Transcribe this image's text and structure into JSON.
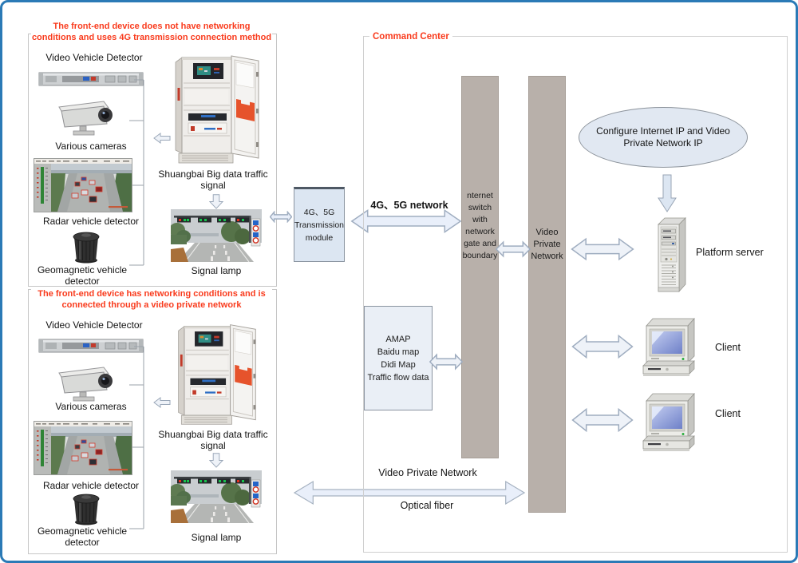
{
  "colors": {
    "frame_blue": "#2b7ab6",
    "accent_red": "#f93b1d",
    "bar_fill": "#b8b0aa",
    "panel_blue": "#dce6f2"
  },
  "group1": {
    "title": "The front-end device does not have networking conditions and uses 4G transmission connection method",
    "video_vehicle_detector": "Video Vehicle Detector",
    "various_cameras": "Various cameras",
    "radar_vehicle_detector": "Radar vehicle detector",
    "geomagnetic_vehicle_detector": "Geomagnetic vehicle detector",
    "cabinet_label": "Shuangbai Big data traffic signal",
    "signal_lamp": "Signal lamp"
  },
  "group2": {
    "title": "The front-end device has networking conditions and is connected through a video private network",
    "video_vehicle_detector": "Video Vehicle Detector",
    "various_cameras": "Various cameras",
    "radar_vehicle_detector": "Radar vehicle detector",
    "geomagnetic_vehicle_detector": "Geomagnetic vehicle detector",
    "cabinet_label": "Shuangbai Big data traffic signal",
    "signal_lamp": "Signal lamp"
  },
  "transmission": {
    "module_lines": [
      "4G、5G",
      "Transmission",
      "module"
    ],
    "network_label": "4G、5G network",
    "bottom_arrow": {
      "top_label": "Video Private Network",
      "bottom_label": "Optical fiber"
    }
  },
  "command_center": {
    "title": "Command Center",
    "internet_switch_bar": "nternet switch with network gate and boundary",
    "video_private_bar": "Video Private Network",
    "config_ellipse": "Configure Internet IP and Video Private Network IP",
    "map_lines": [
      "AMAP",
      "Baidu map",
      "Didi Map",
      "Traffic flow data"
    ],
    "platform_server_label": "Platform server",
    "clients": [
      {
        "label": "Client"
      },
      {
        "label": "Client"
      }
    ]
  }
}
